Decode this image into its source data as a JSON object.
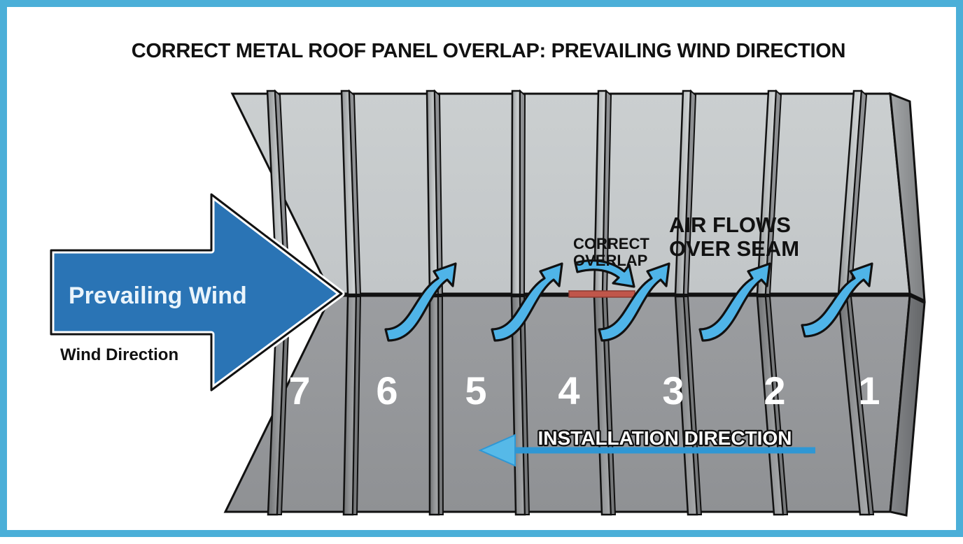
{
  "page": {
    "title": "CORRECT METAL ROOF PANEL OVERLAP: PREVAILING WIND DIRECTION",
    "background_color": "#FFFFFF",
    "border_color": "#4BAFD8"
  },
  "colors": {
    "roof_top_light": "#C6CACB",
    "roof_face_mid": "#949698",
    "rib_light": "#D6D9DA",
    "rib_dark": "#8A8C8E",
    "outline": "#111111",
    "wind_arrow_blue": "#2A74B5",
    "airflow_blue": "#4FB4E8",
    "overlap_red": "#C0564A",
    "panel_number_white": "#FFFFFF"
  },
  "wind_arrow": {
    "label": "Prevailing Wind",
    "caption": "Wind Direction",
    "direction": "right"
  },
  "annotations": [
    {
      "id": "correct-overlap",
      "text": "CORRECT OVERLAP",
      "lines": [
        "CORRECT",
        "OVERLAP"
      ]
    },
    {
      "id": "air-flows-over-seam",
      "text": "AIR FLOWS OVER SEAM",
      "lines": [
        "AIR FLOWS",
        "OVER SEAM"
      ]
    }
  ],
  "installation": {
    "label": "INSTALLATION DIRECTION",
    "direction": "left"
  },
  "panels": [
    {
      "number": "7"
    },
    {
      "number": "6"
    },
    {
      "number": "5"
    },
    {
      "number": "4"
    },
    {
      "number": "3"
    },
    {
      "number": "2"
    },
    {
      "number": "1"
    }
  ],
  "airflow_arrows_count": 5,
  "icons": {
    "wind_chevron": "wind-arrow-icon",
    "airflow_s_curve": "airflow-arrow-icon",
    "overlap_pointer": "curved-pointer-icon",
    "install_arrow": "left-arrow-icon"
  }
}
